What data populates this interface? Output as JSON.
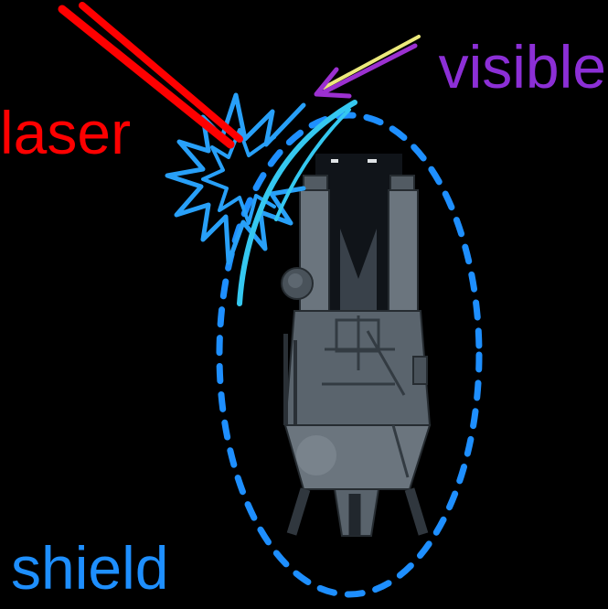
{
  "labels": {
    "laser": "laser",
    "visible": "visible",
    "shield": "shield"
  },
  "colors": {
    "background": "#000000",
    "laser_red": "#fe0000",
    "visible_purple": "#8c2fd6",
    "shield_blue": "#1e8fff",
    "burst_blue": "#28a0f8",
    "deflect_cyan": "#35c8f0",
    "arrow_purple": "#9b30d0",
    "arrow_yellow": "#ece97c",
    "ship_gray": "#6b757e"
  }
}
